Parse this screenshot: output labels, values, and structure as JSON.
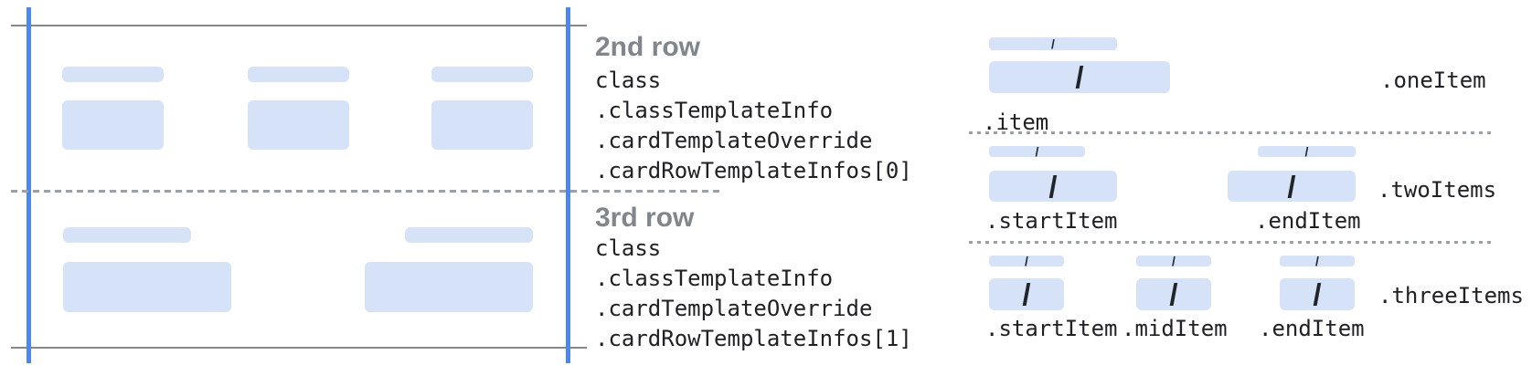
{
  "figure": {
    "slash": "/",
    "annotations": [
      {
        "heading": "2nd row",
        "lines": [
          "class",
          ".classTemplateInfo",
          ".cardTemplateOverride",
          ".cardRowTemplateInfos[0]"
        ]
      },
      {
        "heading": "3rd row",
        "lines": [
          "class",
          ".classTemplateInfo",
          ".cardTemplateOverride",
          ".cardRowTemplateInfos[1]"
        ]
      }
    ],
    "item_layouts": [
      {
        "name": ".oneItem",
        "item_labels": [
          ".item"
        ]
      },
      {
        "name": ".twoItems",
        "item_labels": [
          ".startItem",
          ".endItem"
        ]
      },
      {
        "name": ".threeItems",
        "item_labels": [
          ".startItem",
          ".midItem",
          ".endItem"
        ]
      }
    ]
  },
  "colors": {
    "placeholder_bar_fill": "#d6e2f8",
    "card_guide_blue": "#4c86ef",
    "card_edge_gray": "#84888d",
    "separator_gray": "#9aa0a6",
    "code_text": "#202124",
    "heading_gray": "#7f868c"
  }
}
